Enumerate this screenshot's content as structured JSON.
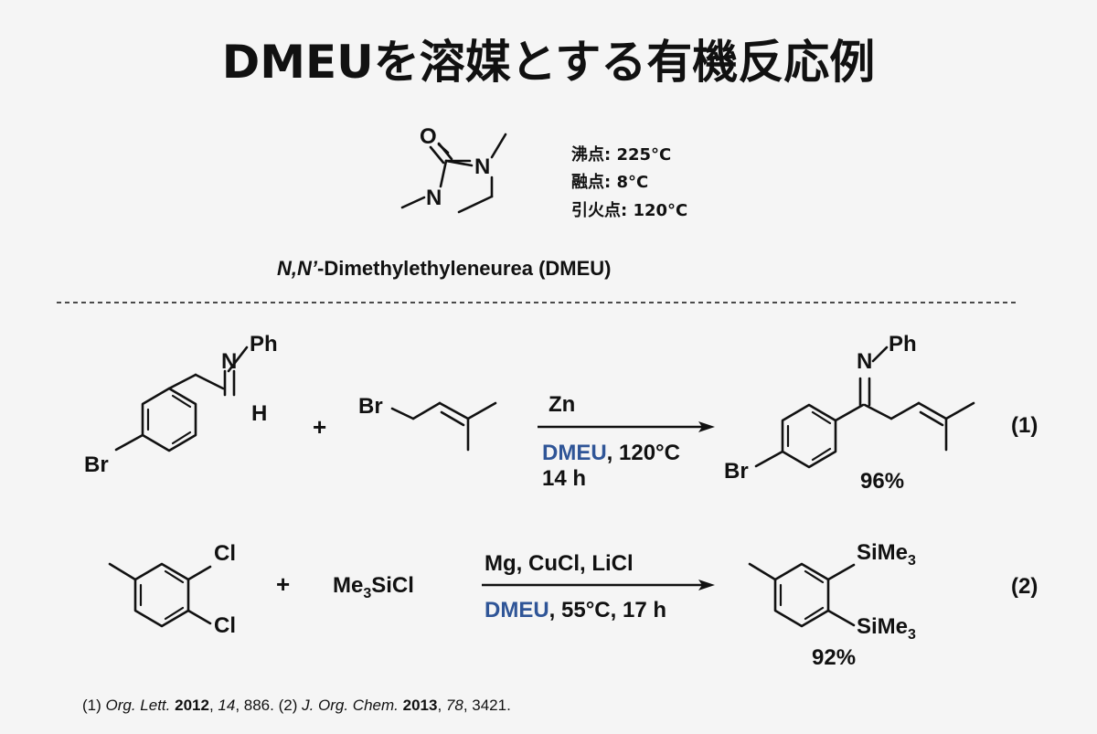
{
  "title": "DMEUを溶媒とする有機反応例",
  "dmeu": {
    "atom_O": "O",
    "atom_N": "N",
    "name_italic": "N,N’",
    "name_rest": "-Dimethylethyleneurea (DMEU)",
    "properties": [
      "沸点: 225°C",
      "融点: 8°C",
      "引火点: 120°C"
    ]
  },
  "reaction1": {
    "imine_N": "N",
    "imine_Ph": "Ph",
    "imine_H": "H",
    "reactant_Br": "Br",
    "plus": "+",
    "prenyl_Br": "Br",
    "reagent_top": "Zn",
    "solvent": "DMEU",
    "conditions_rest": ", 120°C",
    "conditions_line2": "14 h",
    "product_N": "N",
    "product_Ph": "Ph",
    "product_Br": "Br",
    "yield": "96%",
    "number": "(1)"
  },
  "reaction2": {
    "reactant_Cl_top": "Cl",
    "reactant_Cl_bottom": "Cl",
    "plus": "+",
    "reagent_Me": "Me",
    "reagent_sub": "3",
    "reagent_SiCl": "SiCl",
    "reagents_top": "Mg, CuCl, LiCl",
    "solvent": "DMEU",
    "conditions_rest": ", 55°C, 17 h",
    "product_SiMe_top": "SiMe",
    "product_sub_top": "3",
    "product_SiMe_bottom": "SiMe",
    "product_sub_bottom": "3",
    "yield": "92%",
    "number": "(2)"
  },
  "references": {
    "r1_num": "(1) ",
    "r1_journal": "Org. Lett.",
    "r1_year": "2012",
    "r1_vol": "14",
    "r1_page": ", 886. ",
    "r2_num": "(2) ",
    "r2_journal": "J. Org. Chem.",
    "r2_year": "2013",
    "r2_vol": "78",
    "r2_page": ", 3421."
  },
  "colors": {
    "background": "#f5f5f5",
    "text": "#111111",
    "accent_dmeu": "#2f5597"
  }
}
